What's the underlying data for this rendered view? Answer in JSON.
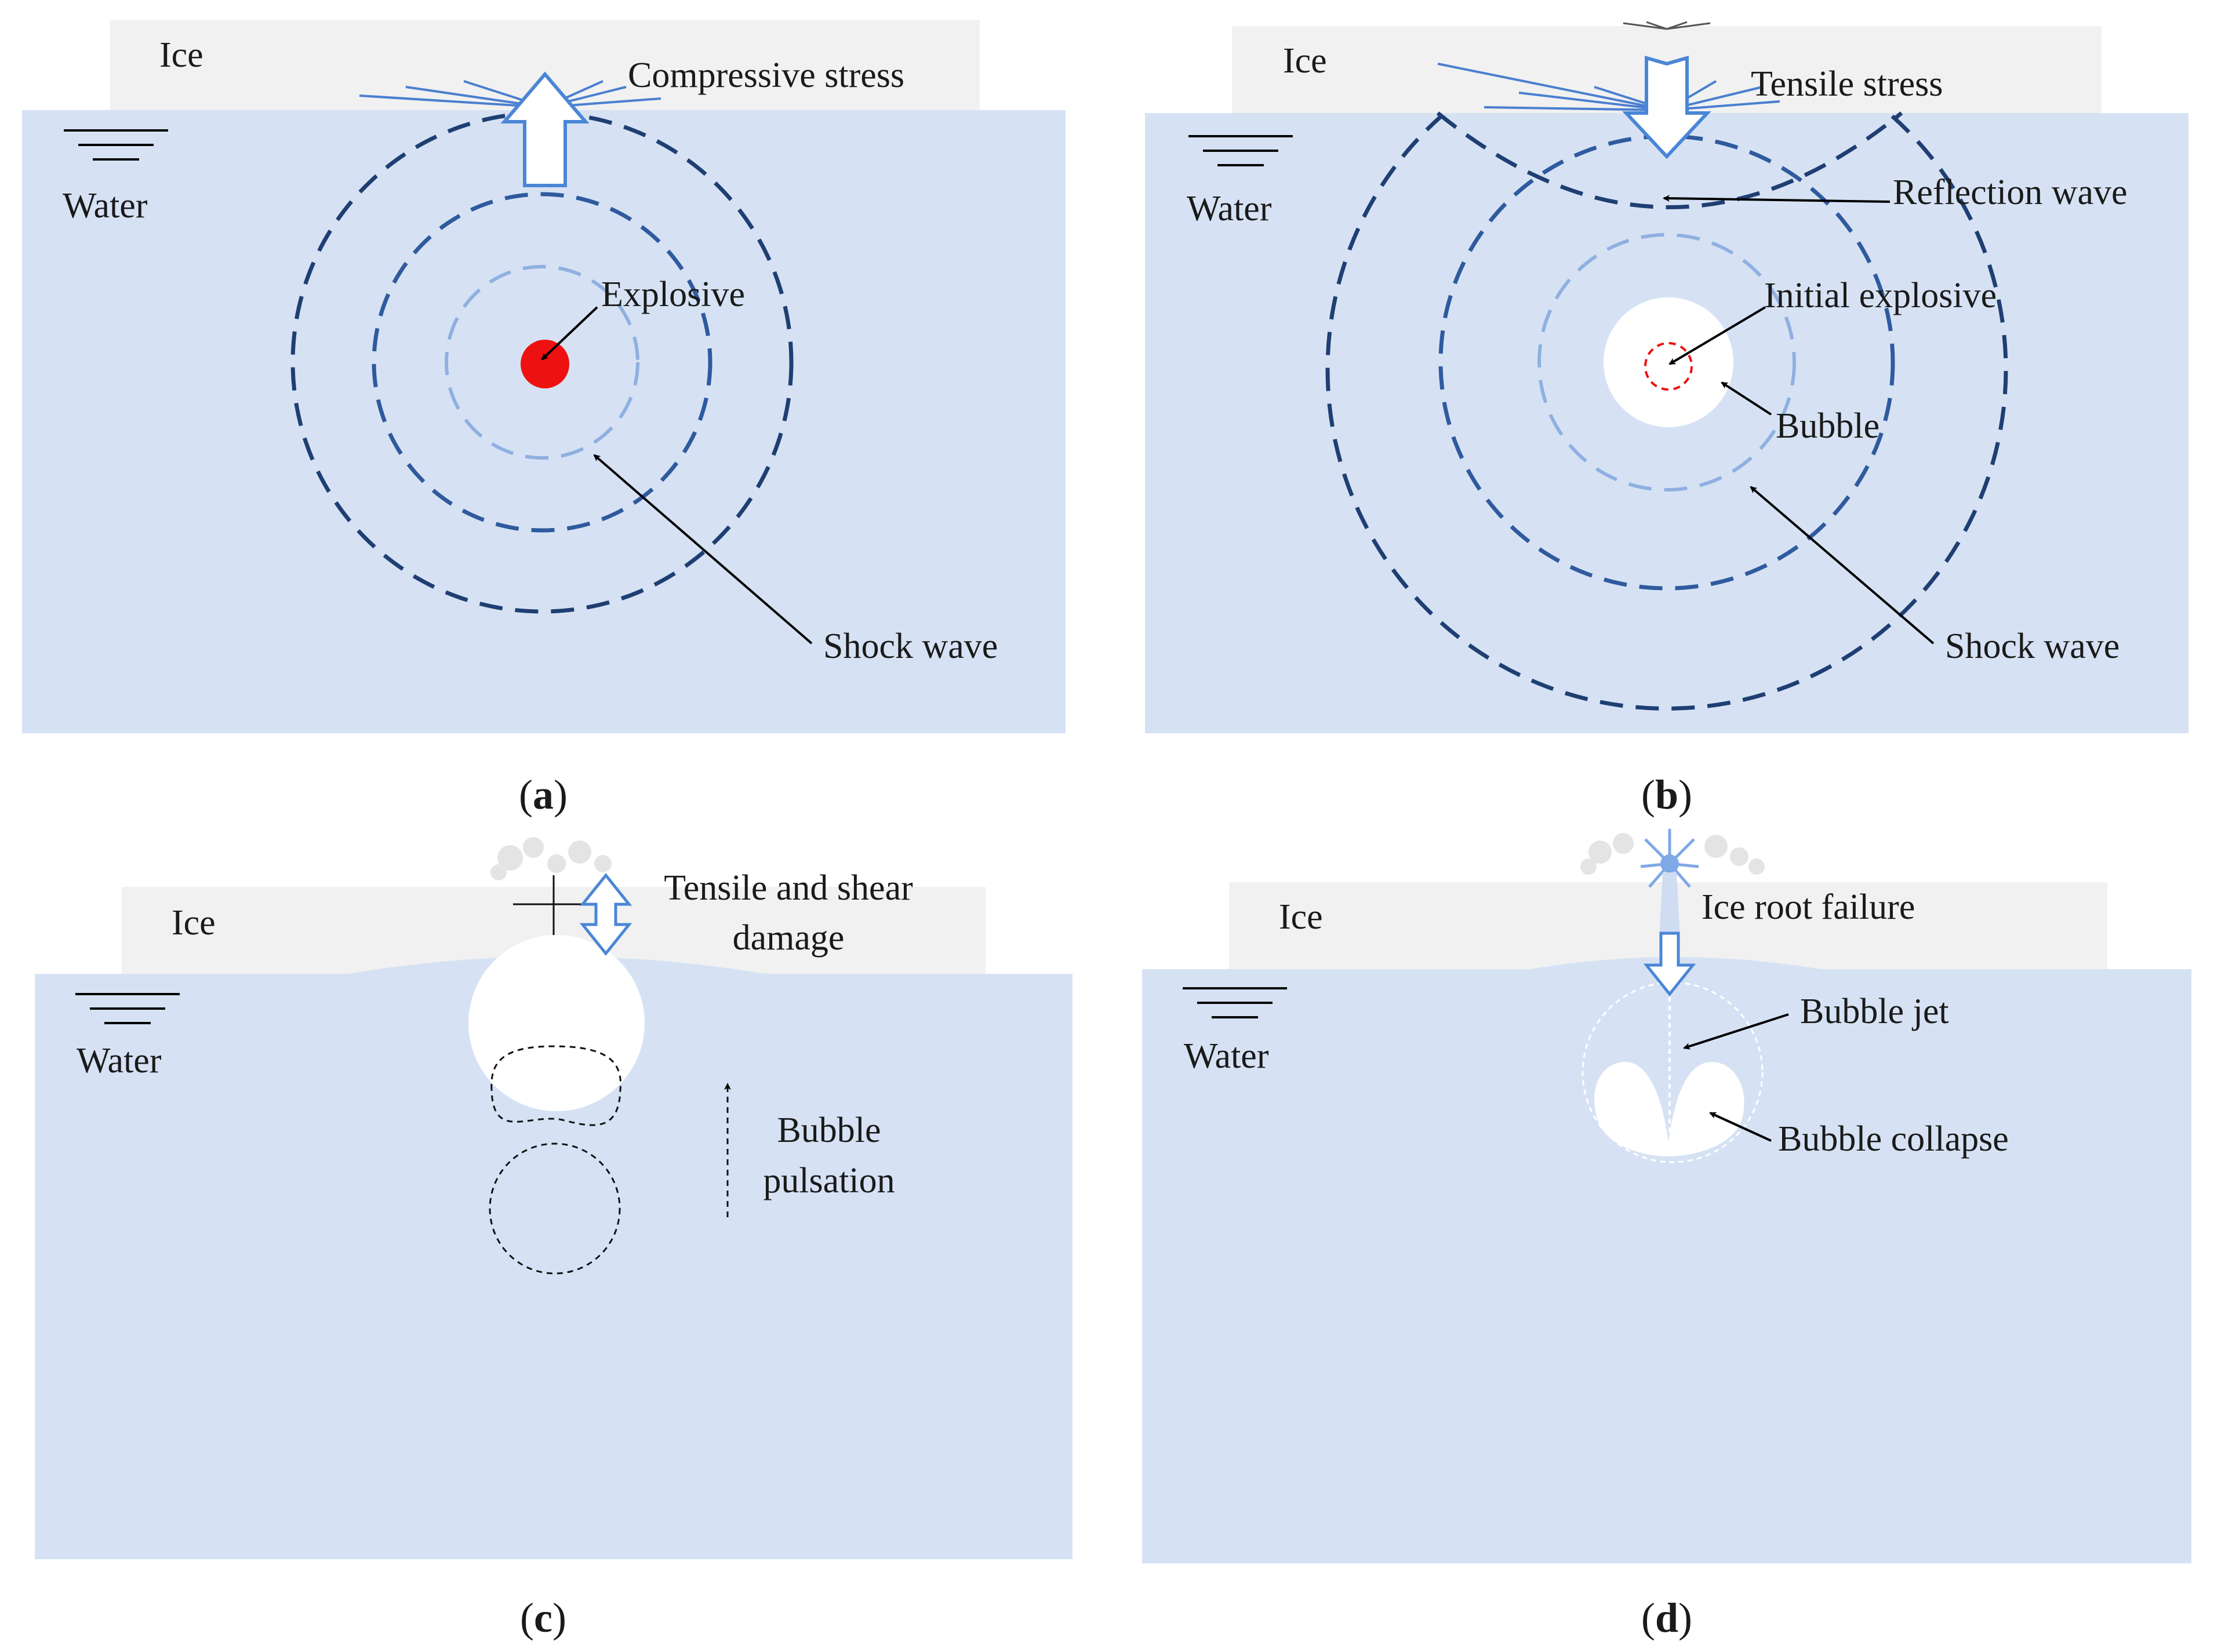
{
  "colors": {
    "water": "#d6e2f4",
    "ice": "#f1f1f1",
    "wave_dark": "#1f3f73",
    "wave_mid": "#2f5a9e",
    "wave_light": "#8fb0e0",
    "crack": "#4a7fd0",
    "explosive": "#ee1111",
    "arrow_stroke": "#4a86d6"
  },
  "panels": {
    "a": {
      "caption_open": "(",
      "caption_letter": "a",
      "caption_close": ")",
      "ice": "Ice",
      "water": "Water",
      "compressive": "Compressive stress",
      "explosive": "Explosive",
      "shock": "Shock wave"
    },
    "b": {
      "caption_open": "(",
      "caption_letter": "b",
      "caption_close": ")",
      "ice": "Ice",
      "water": "Water",
      "tensile": "Tensile stress",
      "reflection": "Reflection wave",
      "initial": "Initial explosive",
      "bubble": "Bubble",
      "shock": "Shock wave"
    },
    "c": {
      "caption_open": "(",
      "caption_letter": "c",
      "caption_close": ")",
      "ice": "Ice",
      "water": "Water",
      "damage_1": "Tensile and shear",
      "damage_2": "damage",
      "pulsation_1": "Bubble",
      "pulsation_2": "pulsation"
    },
    "d": {
      "caption_open": "(",
      "caption_letter": "d",
      "caption_close": ")",
      "ice": "Ice",
      "water": "Water",
      "root": "Ice root failure",
      "jet": "Bubble jet",
      "collapse": "Bubble collapse"
    }
  }
}
